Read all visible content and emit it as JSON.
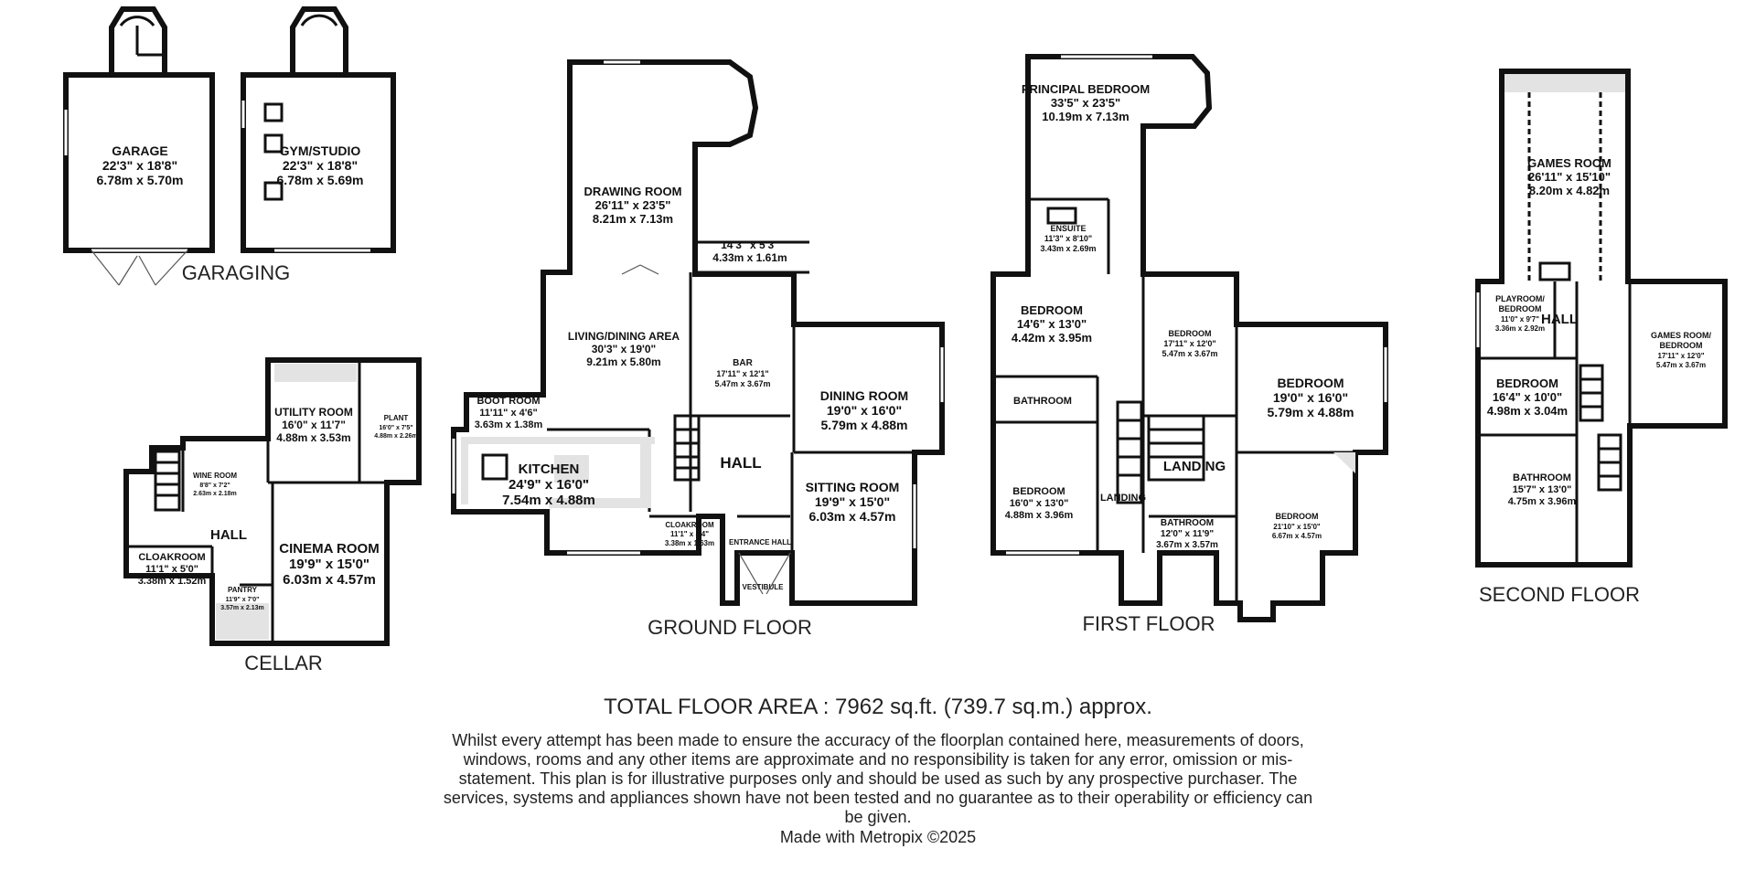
{
  "floors": [
    {
      "id": "garaging",
      "label": "GARAGING"
    },
    {
      "id": "cellar",
      "label": "CELLAR"
    },
    {
      "id": "ground",
      "label": "GROUND FLOOR"
    },
    {
      "id": "first",
      "label": "FIRST FLOOR"
    },
    {
      "id": "second",
      "label": "SECOND FLOOR"
    }
  ],
  "rooms": [
    {
      "id": "garage",
      "name": "GARAGE",
      "dims": [
        "22'3\" x 18'8\"",
        "6.78m x 5.70m"
      ]
    },
    {
      "id": "gym",
      "name": "GYM/STUDIO",
      "dims": [
        "22'3\" x 18'8\"",
        "6.78m x 5.69m"
      ]
    },
    {
      "id": "utility",
      "name": "UTILITY ROOM",
      "dims": [
        "16'0\" x 11'7\"",
        "4.88m x 3.53m"
      ]
    },
    {
      "id": "plant",
      "name": "PLANT",
      "dims": [
        "16'0\" x 7'5\"",
        "4.88m x 2.26m"
      ]
    },
    {
      "id": "wine",
      "name": "WINE ROOM",
      "dims": [
        "8'8\" x 7'2\"",
        "2.63m x 2.18m"
      ]
    },
    {
      "id": "cellar-hall",
      "name": "HALL",
      "dims": []
    },
    {
      "id": "cellar-cloak",
      "name": "CLOAKROOM",
      "dims": [
        "11'1\" x 5'0\"",
        "3.38m x 1.52m"
      ]
    },
    {
      "id": "cinema",
      "name": "CINEMA ROOM",
      "dims": [
        "19'9\" x 15'0\"",
        "6.03m x 4.57m"
      ]
    },
    {
      "id": "pantry",
      "name": "PANTRY",
      "dims": [
        "11'9\" x 7'0\"",
        "3.57m x 2.13m"
      ]
    },
    {
      "id": "drawing",
      "name": "DRAWING ROOM",
      "dims": [
        "26'11\" x 23'5\"",
        "8.21m x 7.13m"
      ]
    },
    {
      "id": "porch",
      "name": "",
      "dims": [
        "14'3\" x 5'3\"",
        "4.33m x 1.61m"
      ]
    },
    {
      "id": "living",
      "name": "LIVING/DINING AREA",
      "dims": [
        "30'3\" x 19'0\"",
        "9.21m x 5.80m"
      ]
    },
    {
      "id": "bar",
      "name": "BAR",
      "dims": [
        "17'11\" x 12'1\"",
        "5.47m x 3.67m"
      ]
    },
    {
      "id": "dining",
      "name": "DINING ROOM",
      "dims": [
        "19'0\" x 16'0\"",
        "5.79m x 4.88m"
      ]
    },
    {
      "id": "boot",
      "name": "BOOT ROOM",
      "dims": [
        "11'11\" x 4'6\"",
        "3.63m x 1.38m"
      ]
    },
    {
      "id": "kitchen",
      "name": "KITCHEN",
      "dims": [
        "24'9\" x 16'0\"",
        "7.54m x 4.88m"
      ]
    },
    {
      "id": "ground-hall",
      "name": "HALL",
      "dims": []
    },
    {
      "id": "sitting",
      "name": "SITTING ROOM",
      "dims": [
        "19'9\" x 15'0\"",
        "6.03m x 4.57m"
      ]
    },
    {
      "id": "ground-cloak",
      "name": "CLOAKROOM",
      "dims": [
        "11'1\" x 5'4\"",
        "3.38m x 1.63m"
      ]
    },
    {
      "id": "entrance",
      "name": "ENTRANCE HALL",
      "dims": []
    },
    {
      "id": "vestibule",
      "name": "VESTIBULE",
      "dims": []
    },
    {
      "id": "principal",
      "name": "PRINCIPAL BEDROOM",
      "dims": [
        "33'5\" x 23'5\"",
        "10.19m x 7.13m"
      ]
    },
    {
      "id": "ensuite",
      "name": "ENSUITE",
      "dims": [
        "11'3\" x 8'10\"",
        "3.43m x 2.69m"
      ]
    },
    {
      "id": "bed1",
      "name": "BEDROOM",
      "dims": [
        "14'6\" x 13'0\"",
        "4.42m x 3.95m"
      ]
    },
    {
      "id": "bed2",
      "name": "BEDROOM",
      "dims": [
        "17'11\" x 12'0\"",
        "5.47m x 3.67m"
      ]
    },
    {
      "id": "bed3",
      "name": "BEDROOM",
      "dims": [
        "19'0\" x 16'0\"",
        "5.79m x 4.88m"
      ]
    },
    {
      "id": "bath-small",
      "name": "BATHROOM",
      "dims": []
    },
    {
      "id": "bed4",
      "name": "BEDROOM",
      "dims": [
        "16'0\" x 13'0\"",
        "4.88m x 3.96m"
      ]
    },
    {
      "id": "landing1",
      "name": "LANDING",
      "dims": []
    },
    {
      "id": "landing2",
      "name": "LANDING",
      "dims": []
    },
    {
      "id": "bath1",
      "name": "BATHROOM",
      "dims": [
        "12'0\" x 11'9\"",
        "3.67m x 3.57m"
      ]
    },
    {
      "id": "bed5",
      "name": "BEDROOM",
      "dims": [
        "21'10\" x 15'0\"",
        "6.67m x 4.57m"
      ]
    },
    {
      "id": "games",
      "name": "GAMES ROOM",
      "dims": [
        "26'11\" x 15'10\"",
        "8.20m x 4.82m"
      ]
    },
    {
      "id": "playroom",
      "name": "PLAYROOM/\nBEDROOM",
      "dims": [
        "11'0\" x 9'7\"",
        "3.36m x 2.92m"
      ]
    },
    {
      "id": "second-hall",
      "name": "HALL",
      "dims": []
    },
    {
      "id": "games-bed",
      "name": "GAMES ROOM/\nBEDROOM",
      "dims": [
        "17'11\" x 12'0\"",
        "5.47m x 3.67m"
      ]
    },
    {
      "id": "bed6",
      "name": "BEDROOM",
      "dims": [
        "16'4\" x 10'0\"",
        "4.98m x 3.04m"
      ]
    },
    {
      "id": "bath2",
      "name": "BATHROOM",
      "dims": [
        "15'7\" x 13'0\"",
        "4.75m x 3.96m"
      ]
    }
  ],
  "total_area": "TOTAL FLOOR AREA : 7962 sq.ft. (739.7 sq.m.) approx.",
  "disclaimer": "Whilst every attempt has been made to ensure the accuracy of the floorplan contained here, measurements of doors, windows, rooms and any other items are approximate and no responsibility is taken for any error, omission or mis-statement. This plan is for illustrative purposes only and should be used as such by any prospective purchaser. The services, systems and appliances shown have not been tested and no guarantee as to their operability or efficiency can be given.",
  "made_with": "Made with Metropix ©2025"
}
